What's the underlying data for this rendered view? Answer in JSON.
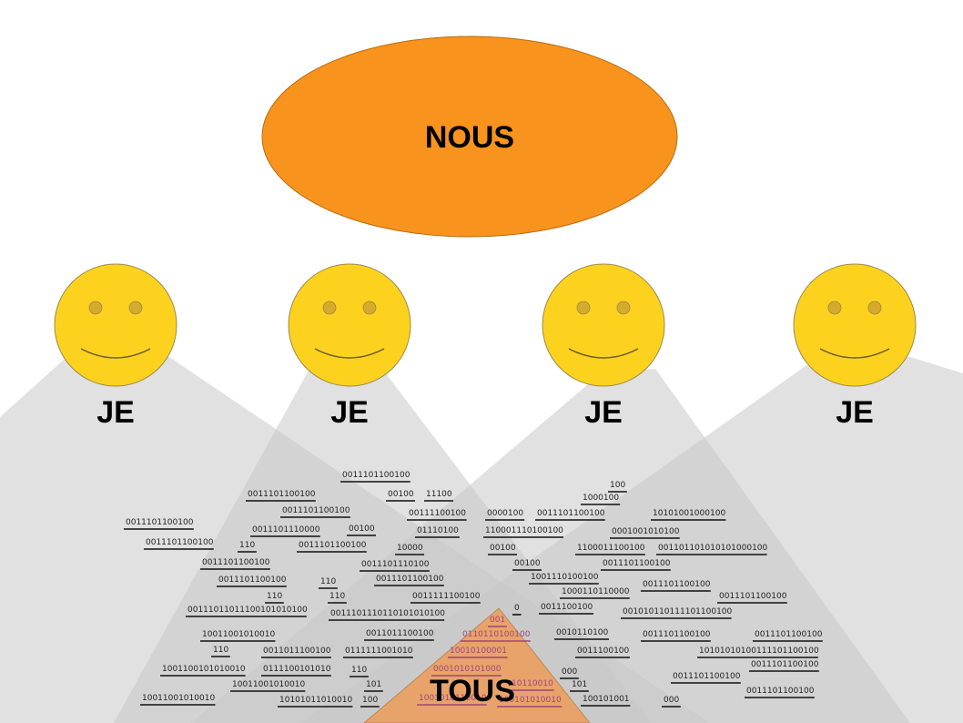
{
  "colors": {
    "background": "#ffffff",
    "nous": "#f8931d",
    "face": "#fcd21f",
    "eye": "#d6aa2a",
    "cone": "#c8c8c8",
    "tous": "#e8a36a",
    "code_text": "#222222",
    "code_text_tous": "#a0457a"
  },
  "nous": {
    "label": "NOUS"
  },
  "je": [
    {
      "label": "JE",
      "icon": "smiley-face-icon"
    },
    {
      "label": "JE",
      "icon": "smiley-face-icon"
    },
    {
      "label": "JE",
      "icon": "smiley-face-icon"
    },
    {
      "label": "JE",
      "icon": "smiley-face-icon"
    }
  ],
  "tous": {
    "label": "TOUS"
  },
  "binary_strings": [
    "0011101100100",
    "00100",
    "11100",
    "0011101100100",
    "0011101100100",
    "0011101100100",
    "00111100100",
    "0000100",
    "0011101100100",
    "10101001000100",
    "1000100",
    "100",
    "0011101100100",
    "0011101110000",
    "00100",
    "01110100",
    "110001110100100",
    "0001001010100",
    "110",
    "0011101100100",
    "10000",
    "00100",
    "1100011100100",
    "001101101010101000100",
    "0011101100100",
    "0011101110100",
    "00100",
    "0011101100100",
    "0011101100100",
    "110",
    "0011101100100",
    "1001110100100",
    "0011101100100",
    "110",
    "110",
    "0011111100100",
    "1000110110000",
    "0011101100100",
    "00111011011100101010100",
    "0011101110110101010100",
    "0",
    "0011100100",
    "001010110111101100100",
    "001",
    "10011001010010",
    "0011011100100",
    "0110110100100",
    "0010110100",
    "0011101100100",
    "0011101100100",
    "110",
    "0011011100100",
    "0111111001010",
    "10010100001",
    "0011100100",
    "10101010100111101100100",
    "1001100101010010",
    "0111100101010",
    "110",
    "0001010101000",
    "000",
    "0011101100100",
    "0011101100100",
    "10011001010010",
    "101",
    "10110010",
    "101",
    "0011101100100",
    "10011001010010",
    "10101011010010",
    "100",
    "1001010110010",
    "100101010010",
    "100101001",
    "000"
  ]
}
